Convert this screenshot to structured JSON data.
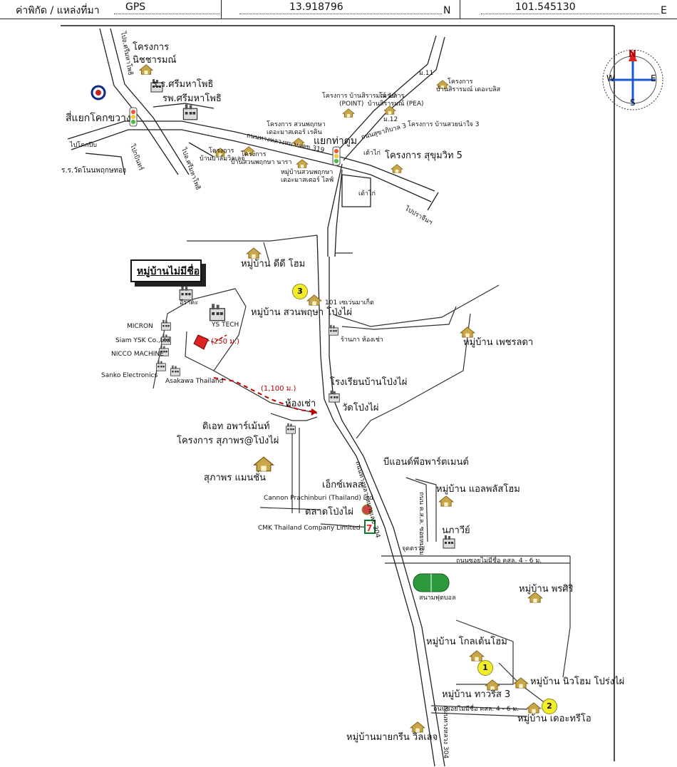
{
  "header": {
    "label": "ค่าพิกัด / แหล่งที่มา",
    "source": "GPS",
    "lat": "13.918796",
    "lat_unit": "N",
    "lon": "101.545130",
    "lon_unit": "E"
  },
  "compass": {
    "n": "N",
    "s": "S",
    "e": "E",
    "w": "W"
  },
  "unnamed_village_box": "หมู่บ้านไม่มีชื่อ",
  "markers": {
    "m1": "1",
    "m2": "2",
    "m3": "3"
  },
  "distances": {
    "d250": "(250 ม.)",
    "d1100": "(1,100 ม.)"
  },
  "labels": {
    "nitcharamon": [
      "โครงการ",
      "นิชชารมณ์"
    ],
    "school_srimahaphot": "ร.ร.ศรีมหาโพธิ",
    "hospital_srimahaphot": "รพ.ศรีมหาโพธิ",
    "khok_khwang": "สี่แยกโคกขวาง",
    "to_khok_kho": "ไปโคกปีบ",
    "wat_non": "ร.ร.วัดโนนพฤกษทอง",
    "to_srimaha": "ไปอ.ศรีมหาโพธิ",
    "to_ranong": "ไปอ.ศรีมหาโพธิ ",
    "to_kabin": "ไปกบินทร์",
    "proj_pai_kham": [
      "โครงการ",
      "บ้านปาล์มวิลเลจ"
    ],
    "proj_suanpruksa": [
      "โครงการ",
      "บ้านสวนพฤกษา นารา"
    ],
    "proj_suanpruksa_sc": [
      "โครงการ สวนพฤกษา",
      "เดอะมาสเตอร์ เรคิน"
    ],
    "proj_suanpruksa_lite": [
      "หมู่บ้านสวนพฤกษา",
      "เดอะมาสเตอร์ ไลฟ์"
    ],
    "road_main": "ถนนทางหลวงหมายเลข 319",
    "yaek_tha_tum": "แยกท่าตูม",
    "proj_ban_sirin10": [
      "โครงการ บ้านสิรารมณ์ 10",
      "(POINT)"
    ],
    "proj_ban_sirin": [
      "โครงการ",
      "บ้านสิรารมณ์ (PEA)"
    ],
    "proj_ban_sirin_the": [
      "โครงการ",
      "บ้านสิรารมณ์ เดอะบลิส"
    ],
    "proj_ban_suay3": "โครงการ บ้านสวยน่าใจ 3",
    "proj_sukhumvit5": "โครงการ สุขุมวิท 5",
    "m11": "ม.11",
    "m12": "ม.12",
    "road_sukha": "ถนนสุขาภิบาล 3",
    "sao_kai": "เด้าไก่",
    "shop": "เต้าไก่",
    "to_prachin": "ไปปราจีนฯ",
    "dd_home": "หมู่บ้าน ดีดี โฮม",
    "suanpruksa_pongpai": "หมู่บ้าน สวนพฤษา โป่งไผ่",
    "seven101": "101 เซเว่นมาเก็ต",
    "ys_tech": "YS TECH",
    "astrak": "อีราคะ",
    "micron": "MICRON",
    "siam_ysk": "Siam YSK Co.,Ltd",
    "nicco": "NICCO MACHINE",
    "sanko": "Sanko Electronics",
    "asakawa": "Asakawa Thailand",
    "phetcharada": "หมู่บ้าน เพชรลดา",
    "supermarket": "ร้านภา ห้องเช่า",
    "school_pongpai": "โรงเรียนบ้านโป่งไผ่",
    "wat_pongpai": "วัดโป่งไผ่",
    "hong_chao": "ห้องเช่า",
    "d_etc": "ดิเอท อพาร์เม้นท์",
    "proj_supaporn": "โครงการ สุภาพร@โป่งไผ่",
    "supaporn_mansion": "สุภาพร แมนชั่น",
    "b_and_p": "บีแอนด์พีอพาร์ตเมนต์",
    "all_plus": "หมู่บ้าน แอลพลัสโฮม",
    "cannon": "Cannon Prachinburi (Thailand) Ltd",
    "express": "เอ็กซ์เพลส",
    "market_pongpai": "ตลาดโป่งไผ่",
    "cmk": "CMK Thailand  Company Limited",
    "naphawi": "นภาวีย์",
    "checkpoint": "จุดตรวจ",
    "road_soi_ko": "ถนนซอยไม่มีชื่อ คสล. 4 - 6 ม.",
    "stadium": "สนามฟุตบอล",
    "phonsiri": "หมู่บ้าน พรศิริ",
    "golden_home": "หมู่บ้าน โกลเด้นโฮม",
    "new_home": "หมู่บ้าน นิวโฮม โปร่งไผ่",
    "townvill3": "หมู่บ้าน ทาวริส 3",
    "road_soi2": "ถนนซอยไม่มีชื่อ คสล. 4 - 6 ม.",
    "the_trio": "หมู่บ้าน เดอะทรีโอ",
    "mayagreen": "หมู่บ้านมายกรีน วิลเลจ",
    "road_vertical": "ถนนทางหลวงหมายเลข 304",
    "road_right_a": "ถนน ค.ส.ล. ซอยหม่อม",
    "road_bottom": "ถนนทางหลวง 304"
  }
}
